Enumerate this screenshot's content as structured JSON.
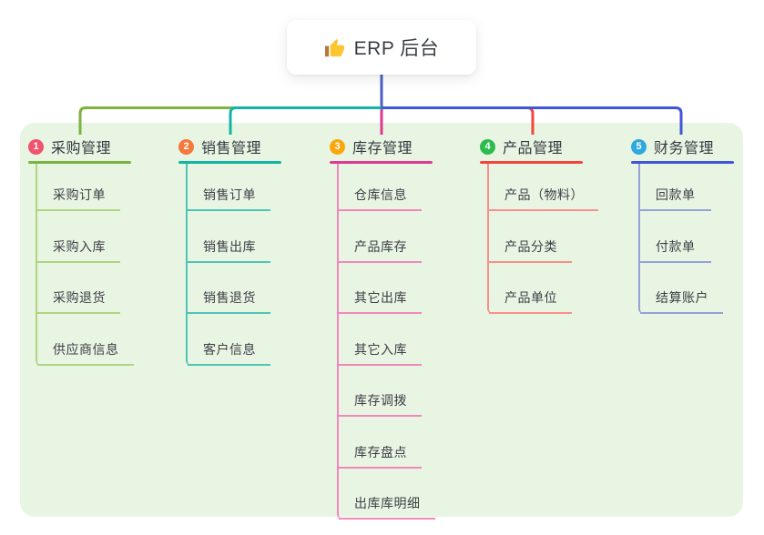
{
  "root": {
    "title": "ERP 后台",
    "icon": "thumbs-up-icon",
    "icon_colors": {
      "hand": "#FBC62F",
      "cuff": "#B5773A"
    }
  },
  "colors": {
    "page_bg": "#FFFFFF",
    "canvas_bg": "#E9F5E3",
    "root_connector": "#4A5FC9",
    "text_dark": "#3A3F47"
  },
  "branches": [
    {
      "index": "1",
      "title": "采购管理",
      "badge_color": "#F0536E",
      "line_color": "#7CB342",
      "child_line_color": "#AED581",
      "children": [
        "采购订单",
        "采购入库",
        "采购退货",
        "供应商信息"
      ]
    },
    {
      "index": "2",
      "title": "销售管理",
      "badge_color": "#F5793B",
      "line_color": "#12B5A3",
      "child_line_color": "#4EC4B5",
      "children": [
        "销售订单",
        "销售出库",
        "销售退货",
        "客户信息"
      ]
    },
    {
      "index": "3",
      "title": "库存管理",
      "badge_color": "#FBA70C",
      "line_color": "#DE3A92",
      "child_line_color": "#F287BB",
      "children": [
        "仓库信息",
        "产品库存",
        "其它出库",
        "其它入库",
        "库存调拨",
        "库存盘点",
        "出库库明细"
      ]
    },
    {
      "index": "4",
      "title": "产品管理",
      "badge_color": "#2EBB4E",
      "line_color": "#F4453C",
      "child_line_color": "#F7908A",
      "children": [
        "产品（物料）",
        "产品分类",
        "产品单位"
      ]
    },
    {
      "index": "5",
      "title": "财务管理",
      "badge_color": "#2FA8DF",
      "line_color": "#4156D6",
      "child_line_color": "#93A1DC",
      "children": [
        "回款单",
        "付款单",
        "结算账户"
      ]
    }
  ]
}
